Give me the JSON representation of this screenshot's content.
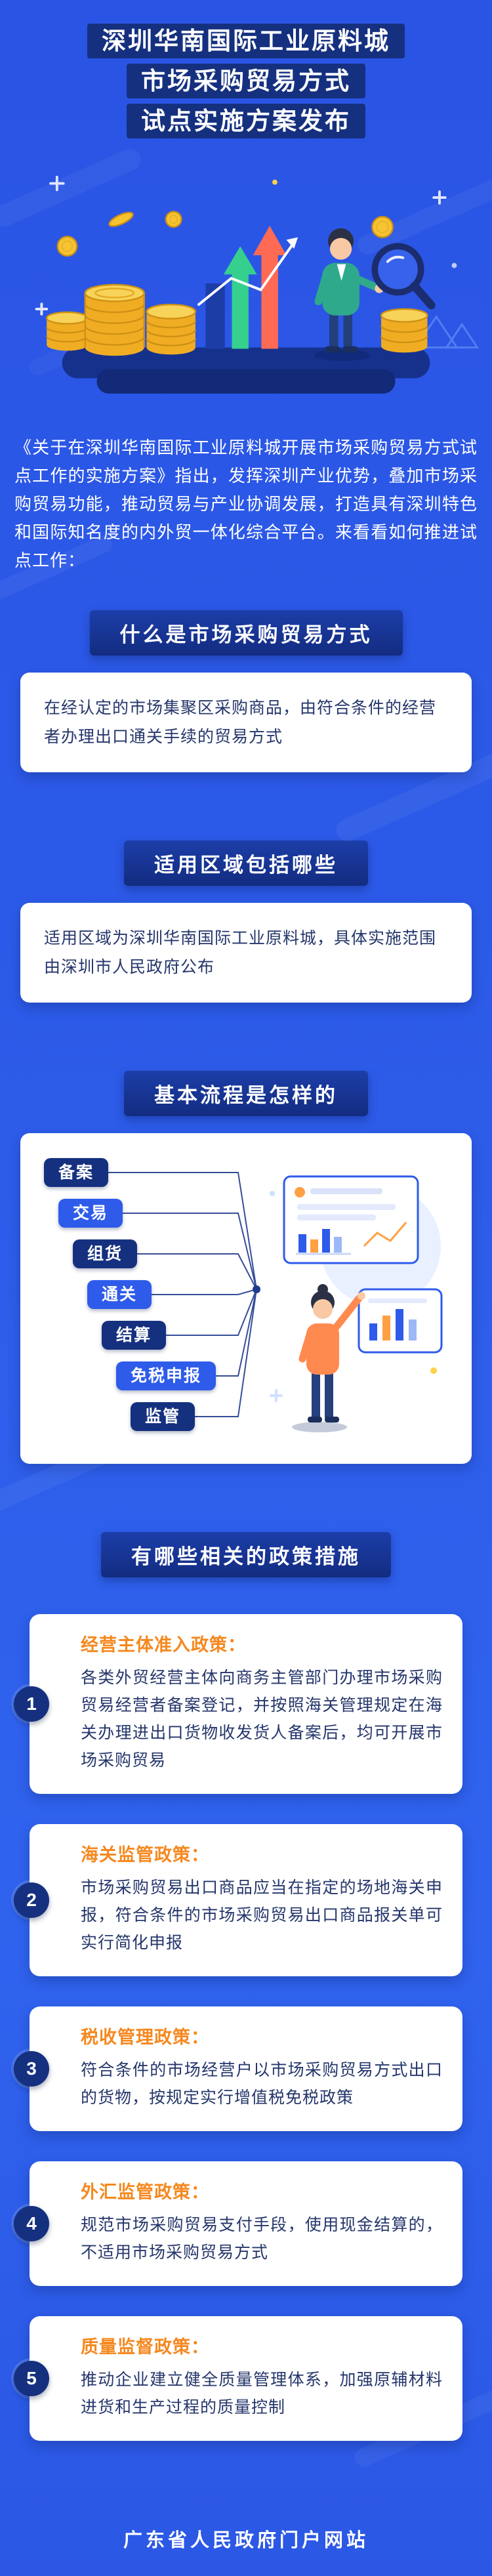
{
  "header": {
    "title_lines": [
      "深圳华南国际工业原料城",
      "市场采购贸易方式",
      "试点实施方案发布"
    ]
  },
  "intro": {
    "text": "《关于在深圳华南国际工业原料城开展市场采购贸易方式试点工作的实施方案》指出，发挥深圳产业优势，叠加市场采购贸易功能，推动贸易与产业协调发展，打造具有深圳特色和国际知名度的内外贸一体化综合平台。来看看如何推进试点工作："
  },
  "sections": {
    "what": {
      "title": "什么是市场采购贸易方式",
      "body": "在经认定的市场集聚区采购商品，由符合条件的经营者办理出口通关手续的贸易方式"
    },
    "region": {
      "title": "适用区域包括哪些",
      "body": "适用区域为深圳华南国际工业原料城，具体实施范围由深圳市人民政府公布"
    },
    "process": {
      "title": "基本流程是怎样的",
      "steps": [
        "备案",
        "交易",
        "组货",
        "通关",
        "结算",
        "免税申报",
        "监管"
      ]
    },
    "policy": {
      "title": "有哪些相关的政策措施"
    }
  },
  "policies": [
    {
      "num": "1",
      "title": "经营主体准入政策：",
      "body": "各类外贸经营主体向商务主管部门办理市场采购贸易经营者备案登记，并按照海关管理规定在海关办理进出口货物收发货人备案后，均可开展市场采购贸易"
    },
    {
      "num": "2",
      "title": "海关监管政策：",
      "body": "市场采购贸易出口商品应当在指定的场地海关申报，符合条件的市场采购贸易出口商品报关单可实行简化申报"
    },
    {
      "num": "3",
      "title": "税收管理政策：",
      "body": "符合条件的市场经营户以市场采购贸易方式出口的货物，按规定实行增值税免税政策"
    },
    {
      "num": "4",
      "title": "外汇监管政策：",
      "body": "规范市场采购贸易支付手段，使用现金结算的，不适用市场采购贸易方式"
    },
    {
      "num": "5",
      "title": "质量监督政策：",
      "body": "推动企业建立健全质量管理体系，加强原辅材料进货和生产过程的质量控制"
    }
  ],
  "footer": {
    "text": "广东省人民政府门户网站"
  },
  "colors": {
    "background_blue": "#2c59e8",
    "banner_navy": "#15307f",
    "accent_orange": "#f5881f",
    "coin_gold": "#f6c431",
    "arrow_green": "#35d08e",
    "arrow_coral": "#ff6a55",
    "card_text": "#25366b"
  }
}
